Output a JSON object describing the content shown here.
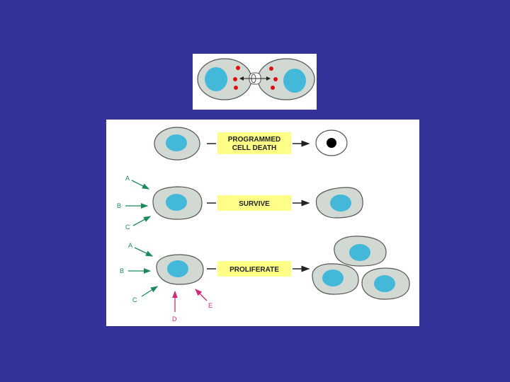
{
  "colors": {
    "background": "#333399",
    "cell_fill": "#d2d9d2",
    "cell_stroke": "#555555",
    "nucleus": "#44b8d8",
    "label_box": "#ffff88",
    "green_signal": "#1e8a5a",
    "pink_signal": "#d0287a",
    "red_molecule": "#dd1111"
  },
  "rows": {
    "death": {
      "label_line1": "PROGRAMMED",
      "label_line2": "CELL DEATH"
    },
    "survive": {
      "label": "SURVIVE",
      "signals": [
        "A",
        "B",
        "C"
      ]
    },
    "proliferate": {
      "label": "PROLIFERATE",
      "signals": [
        "A",
        "B",
        "C"
      ],
      "extra_signals": [
        "D",
        "E"
      ]
    }
  },
  "icons": {
    "top": "dividing-cell-signaling-icon",
    "apoptotic": "apoptotic-cell-icon"
  }
}
